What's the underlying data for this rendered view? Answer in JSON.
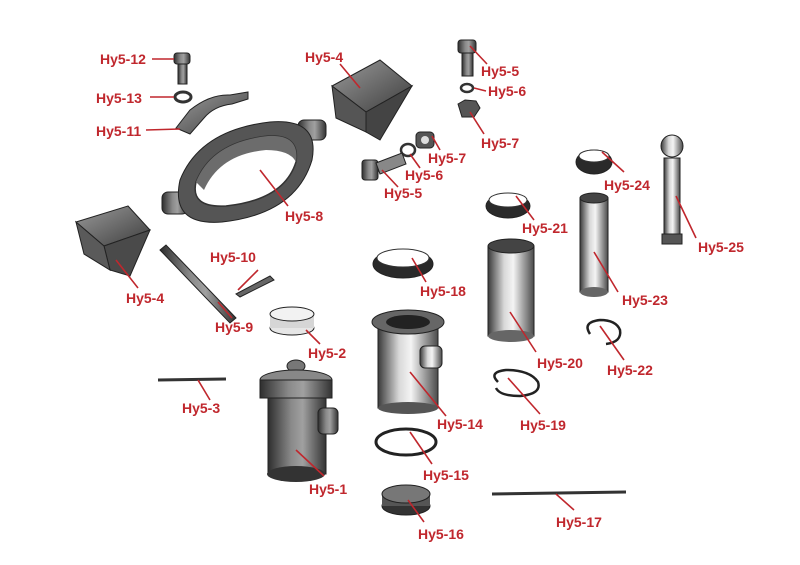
{
  "diagram": {
    "label_color": "#c0272d",
    "parts": [
      {
        "id": "hy5-12",
        "label": "Hy5-12"
      },
      {
        "id": "hy5-13",
        "label": "Hy5-13"
      },
      {
        "id": "hy5-11",
        "label": "Hy5-11"
      },
      {
        "id": "hy5-4a",
        "label": "Hy5-4"
      },
      {
        "id": "hy5-5a",
        "label": "Hy5-5"
      },
      {
        "id": "hy5-6a",
        "label": "Hy5-6"
      },
      {
        "id": "hy5-7a",
        "label": "Hy5-7"
      },
      {
        "id": "hy5-7b",
        "label": "Hy5-7"
      },
      {
        "id": "hy5-6b",
        "label": "Hy5-6"
      },
      {
        "id": "hy5-5b",
        "label": "Hy5-5"
      },
      {
        "id": "hy5-8",
        "label": "Hy5-8"
      },
      {
        "id": "hy5-24",
        "label": "Hy5-24"
      },
      {
        "id": "hy5-21",
        "label": "Hy5-21"
      },
      {
        "id": "hy5-25",
        "label": "Hy5-25"
      },
      {
        "id": "hy5-10",
        "label": "Hy5-10"
      },
      {
        "id": "hy5-18",
        "label": "Hy5-18"
      },
      {
        "id": "hy5-4b",
        "label": "Hy5-4"
      },
      {
        "id": "hy5-9",
        "label": "Hy5-9"
      },
      {
        "id": "hy5-23",
        "label": "Hy5-23"
      },
      {
        "id": "hy5-2",
        "label": "Hy5-2"
      },
      {
        "id": "hy5-20",
        "label": "Hy5-20"
      },
      {
        "id": "hy5-22",
        "label": "Hy5-22"
      },
      {
        "id": "hy5-3",
        "label": "Hy5-3"
      },
      {
        "id": "hy5-14",
        "label": "Hy5-14"
      },
      {
        "id": "hy5-19",
        "label": "Hy5-19"
      },
      {
        "id": "hy5-15",
        "label": "Hy5-15"
      },
      {
        "id": "hy5-1",
        "label": "Hy5-1"
      },
      {
        "id": "hy5-17",
        "label": "Hy5-17"
      },
      {
        "id": "hy5-16",
        "label": "Hy5-16"
      }
    ]
  }
}
